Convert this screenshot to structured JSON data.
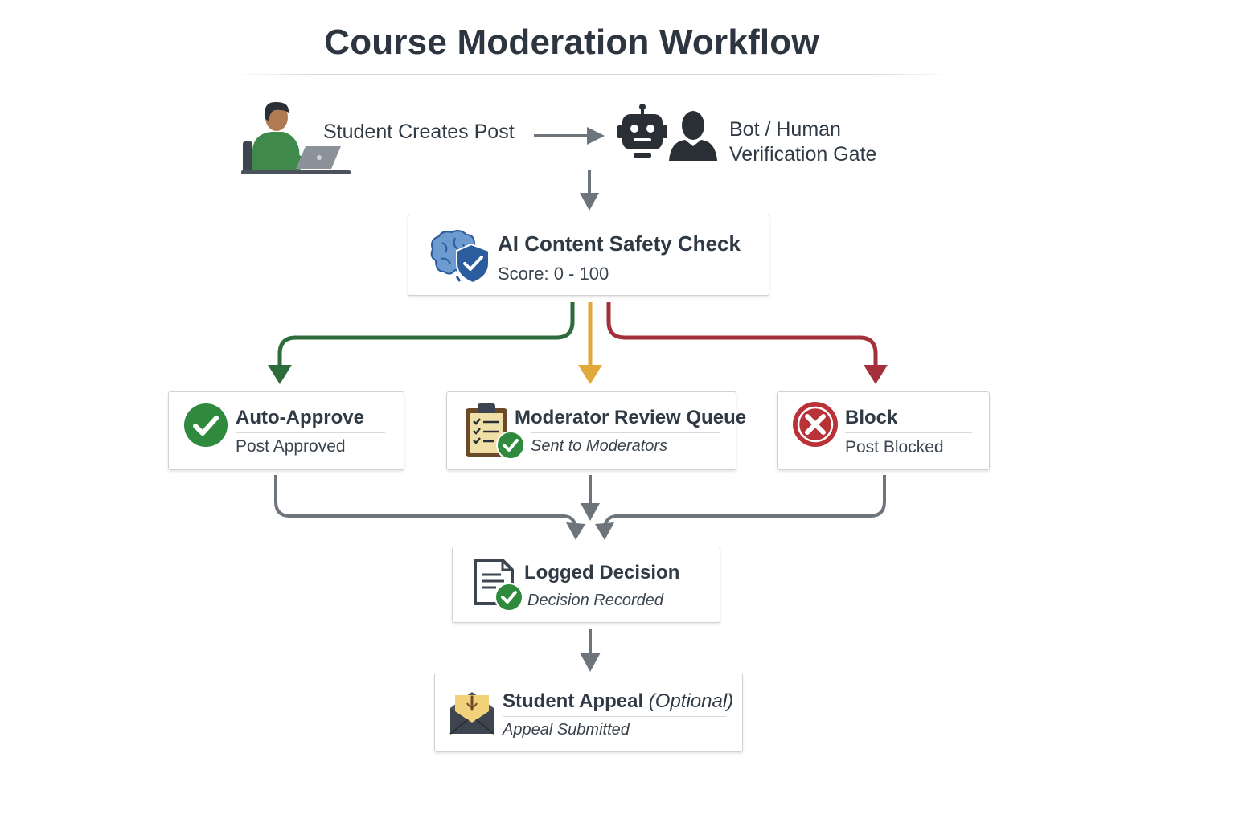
{
  "title": "Course Moderation Workflow",
  "actors": {
    "student": {
      "label": "Student Creates Post",
      "icon": "student-laptop-icon"
    },
    "gate": {
      "label_line1": "Bot / Human",
      "label_line2": "Verification Gate",
      "icons": [
        "robot-icon",
        "person-icon"
      ]
    }
  },
  "nodes": {
    "ai_check": {
      "title": "AI Content Safety Check",
      "subtitle": "Score: 0 - 100",
      "icon": "brain-shield-icon"
    },
    "auto_approve": {
      "title": "Auto-Approve",
      "subtitle": "Post Approved",
      "icon": "check-circle-icon"
    },
    "review_queue": {
      "title": "Moderator Review Queue",
      "subtitle": "Sent to Moderators",
      "icon": "clipboard-check-icon"
    },
    "block": {
      "title": "Block",
      "subtitle": "Post Blocked",
      "icon": "x-circle-icon"
    },
    "logged": {
      "title": "Logged Decision",
      "subtitle": "Decision Recorded",
      "icon": "document-check-icon"
    },
    "appeal": {
      "title": "Student Appeal",
      "title_note": "(Optional)",
      "subtitle": "Appeal Submitted",
      "icon": "envelope-icon"
    }
  },
  "colors": {
    "approve_branch": "#2e6b3a",
    "review_branch": "#e0a93a",
    "block_branch": "#a3303a",
    "neutral_arrow": "#6e747b",
    "check_green": "#2f8a3e",
    "block_red": "#b83238",
    "shield_blue": "#2b5c9e"
  }
}
